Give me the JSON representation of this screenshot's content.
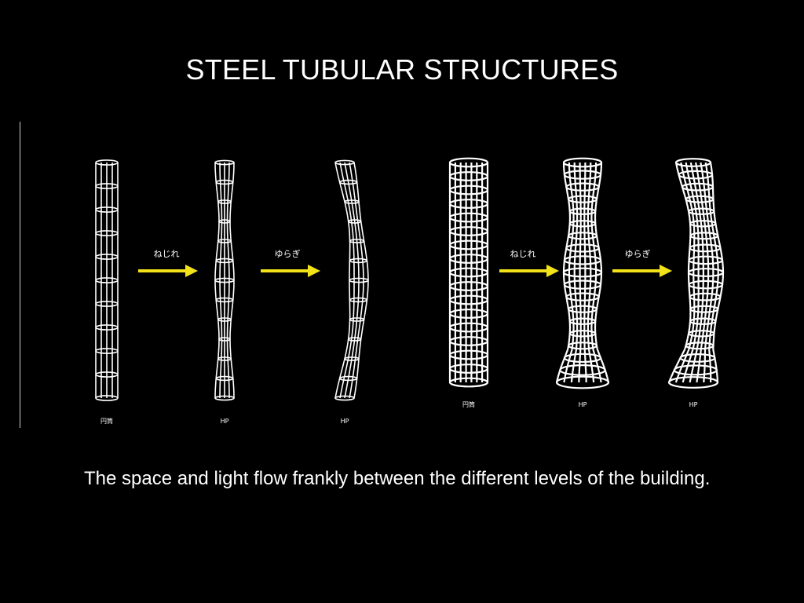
{
  "slide": {
    "title": "STEEL TUBULAR STRUCTURES",
    "caption": "The space and light flow frankly between the different levels of the building."
  },
  "figure": {
    "arrow_labels": [
      "ねじれ",
      "ゆらぎ",
      "ねじれ",
      "ゆらぎ"
    ],
    "tube_labels": [
      "円筒",
      "HP",
      "HP",
      "円筒",
      "HP",
      "HP"
    ],
    "colors": {
      "background": "#000000",
      "lattice": "#ffffff",
      "arrow": "#f2e21a",
      "text": "#ffffff"
    }
  }
}
